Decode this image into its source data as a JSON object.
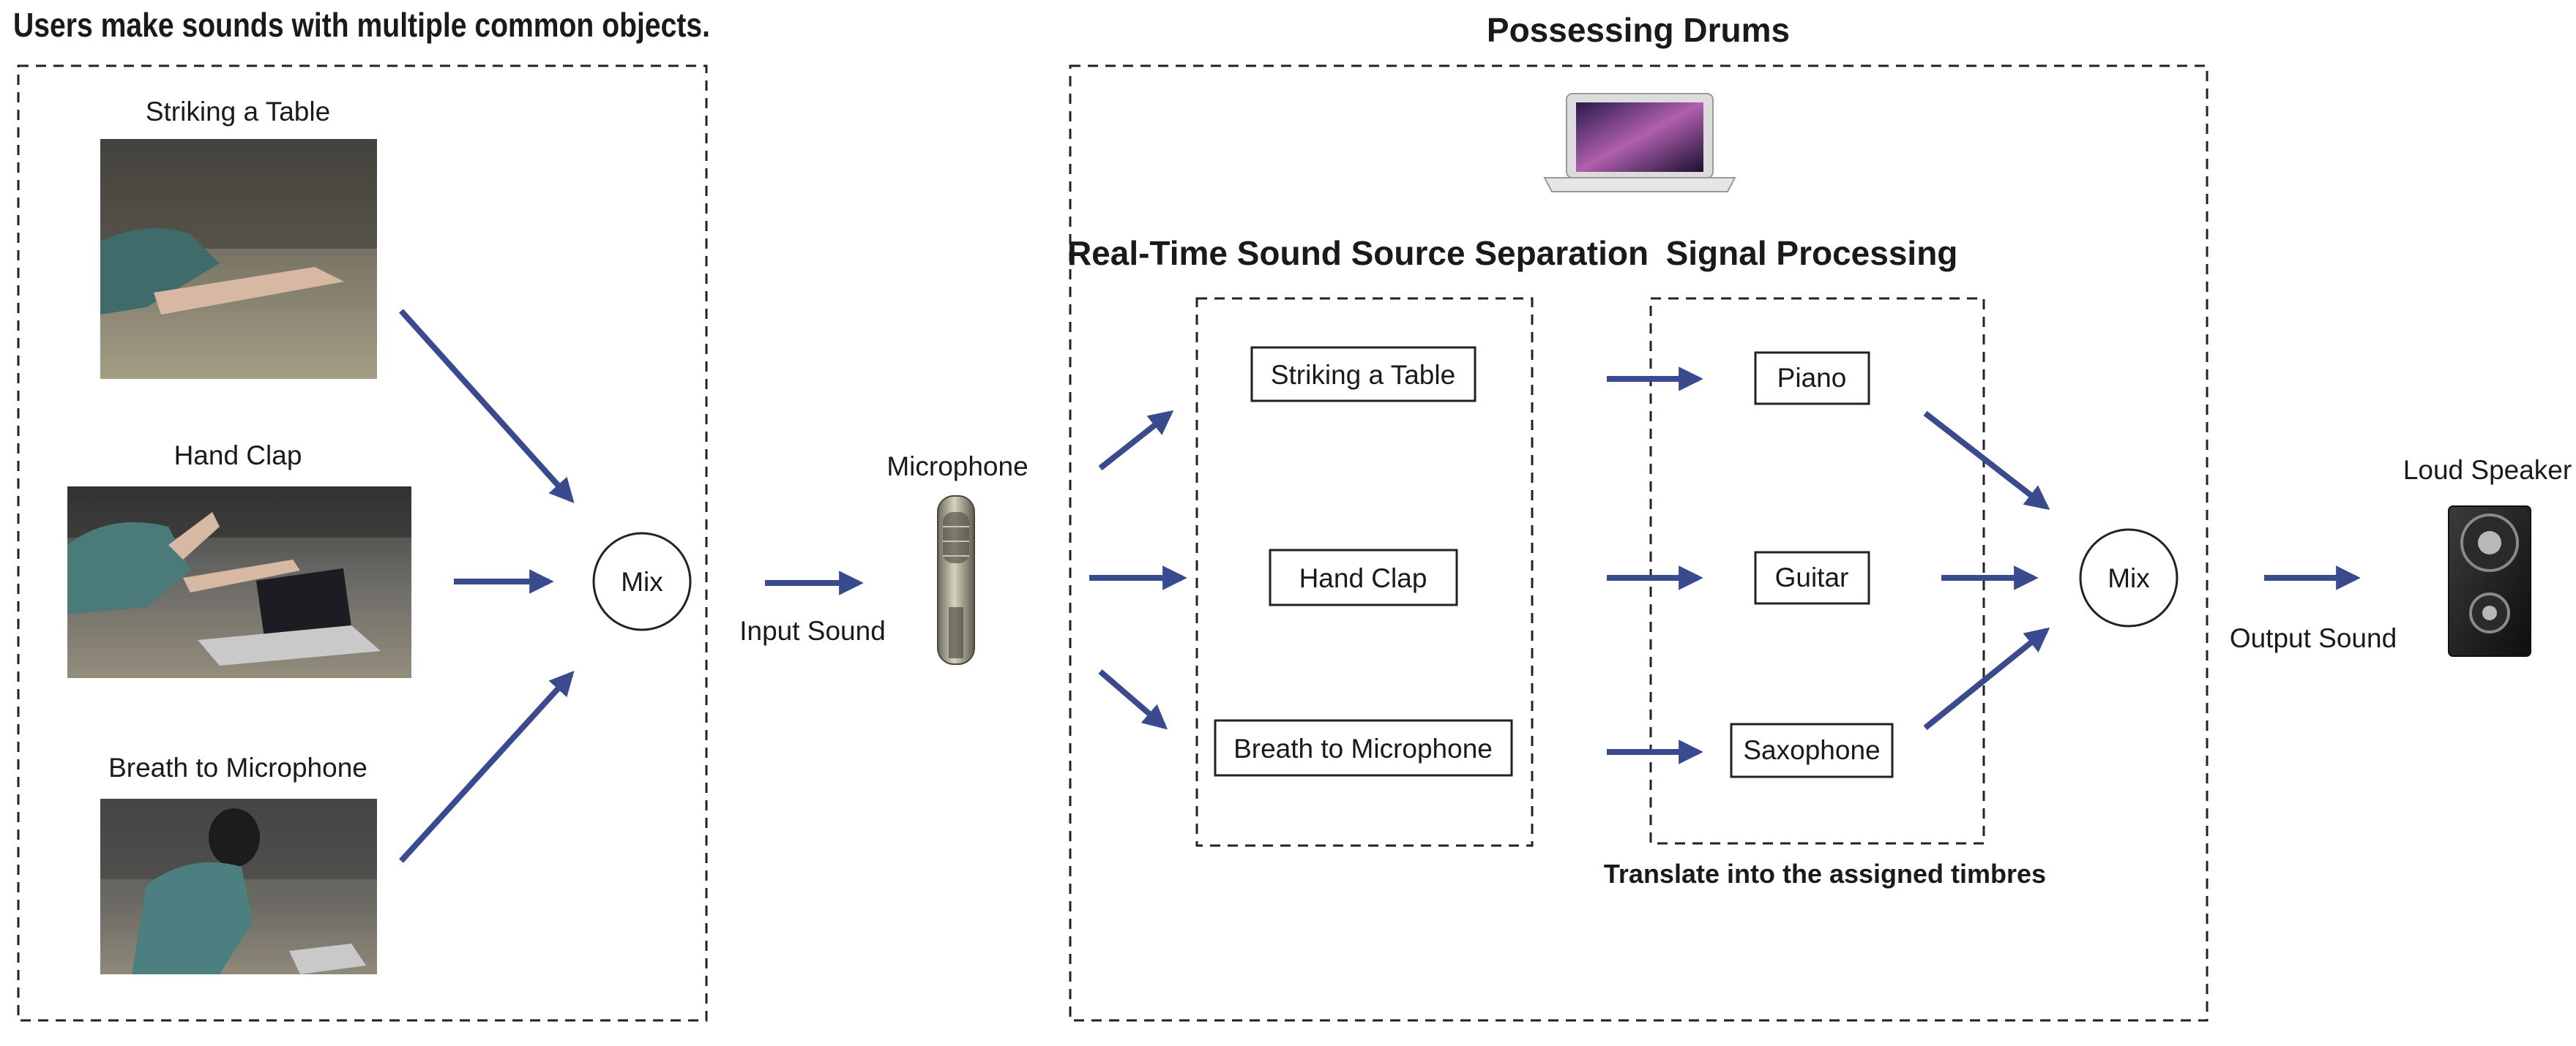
{
  "left_panel": {
    "title": "Users make sounds with multiple common objects.",
    "items": [
      {
        "label": "Striking a Table"
      },
      {
        "label": "Hand Clap"
      },
      {
        "label": "Breath to Microphone"
      }
    ],
    "mix_label": "Mix"
  },
  "input_sound_label": "Input Sound",
  "microphone_label": "Microphone",
  "right_panel": {
    "title": "Possessing Drums",
    "separation": {
      "title": "Real-Time Sound Source Separation",
      "sources": [
        "Striking a Table",
        "Hand Clap",
        "Breath to Microphone"
      ]
    },
    "processing": {
      "title": "Signal Processing",
      "timbres": [
        "Piano",
        "Guitar",
        "Saxophone"
      ],
      "caption": "Translate into the assigned timbres"
    },
    "mix_label": "Mix"
  },
  "output_sound_label": "Output Sound",
  "speaker_label": "Loud Speaker",
  "colors": {
    "arrow": "#3a4a8f",
    "border": "#222222",
    "text": "#1a1a1a"
  }
}
